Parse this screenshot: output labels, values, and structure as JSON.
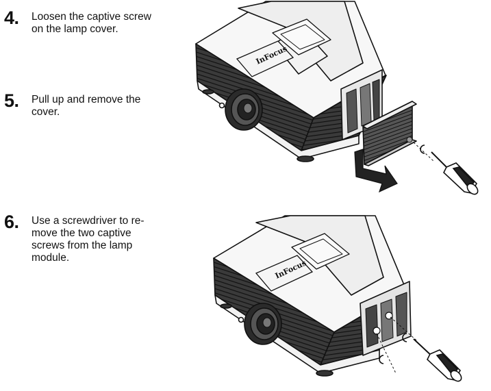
{
  "steps": [
    {
      "number": "4.",
      "text": "Loosen the captive screw\non the lamp cover."
    },
    {
      "number": "5.",
      "text": "Pull up and remove the\ncover."
    },
    {
      "number": "6.",
      "text": "Use a screwdriver to re-\nmove the two captive\nscrews from the lamp\nmodule."
    }
  ],
  "illustrations": {
    "brand_logo": "InFocus",
    "top": "projector-lamp-cover-removal",
    "bottom": "projector-lamp-module-screws"
  }
}
